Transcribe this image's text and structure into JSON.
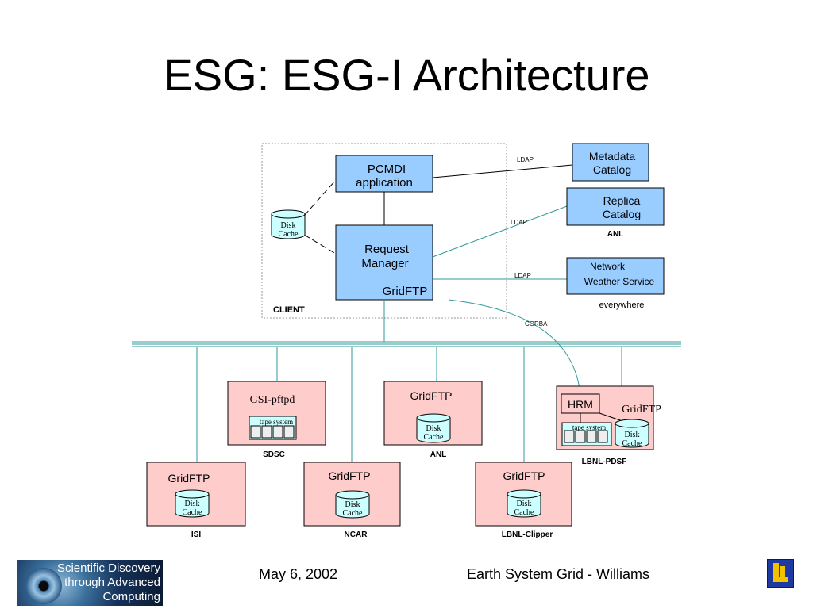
{
  "title": "ESG: ESG-I Architecture",
  "client": {
    "label": "CLIENT",
    "pcmdi_line1": "PCMDI",
    "pcmdi_line2": "application",
    "request_line1": "Request",
    "request_line2": "Manager",
    "request_gridftp": "GridFTP",
    "disk_line1": "Disk",
    "disk_line2": "Cache"
  },
  "services": {
    "metadata_line1": "Metadata",
    "metadata_line2": "Catalog",
    "replica_line1": "Replica",
    "replica_line2": "Catalog",
    "replica_site": "ANL",
    "nws_line1": "Network",
    "nws_line2": "Weather Service",
    "nws_site": "everywhere"
  },
  "links": {
    "ldap_metadata": "LDAP",
    "ldap_replica": "LDAP",
    "ldap_nws": "LDAP",
    "corba": "CORBA"
  },
  "sites": {
    "sdsc": {
      "server": "GSI-pftpd",
      "storage": "tape system",
      "label": "SDSC"
    },
    "anl": {
      "server": "GridFTP",
      "disk1": "Disk",
      "disk2": "Cache",
      "label": "ANL"
    },
    "lbnl_pdsf": {
      "hrm": "HRM",
      "server": "GridFTP",
      "storage": "tape system",
      "disk1": "Disk",
      "disk2": "Cache",
      "label": "LBNL-PDSF"
    },
    "isi": {
      "server": "GridFTP",
      "disk1": "Disk",
      "disk2": "Cache",
      "label": "ISI"
    },
    "ncar": {
      "server": "GridFTP",
      "disk1": "Disk",
      "disk2": "Cache",
      "label": "NCAR"
    },
    "lbnl_clipper": {
      "server": "GridFTP",
      "disk1": "Disk",
      "disk2": "Cache",
      "label": "LBNL-Clipper"
    }
  },
  "footer": {
    "logo_line1": "Scientific Discovery",
    "logo_line2": "through Advanced",
    "logo_line3": "Computing",
    "date": "May 6, 2002",
    "presentation": "Earth System Grid - Williams"
  },
  "colors": {
    "client_box_fill": "#99ccff",
    "site_fill": "#ffcccc",
    "disk_fill": "#ccffff",
    "network_line": "#339999"
  },
  "icons": [
    "tape-drive-icon",
    "disk-cache-icon",
    "llnl-logo-icon"
  ]
}
